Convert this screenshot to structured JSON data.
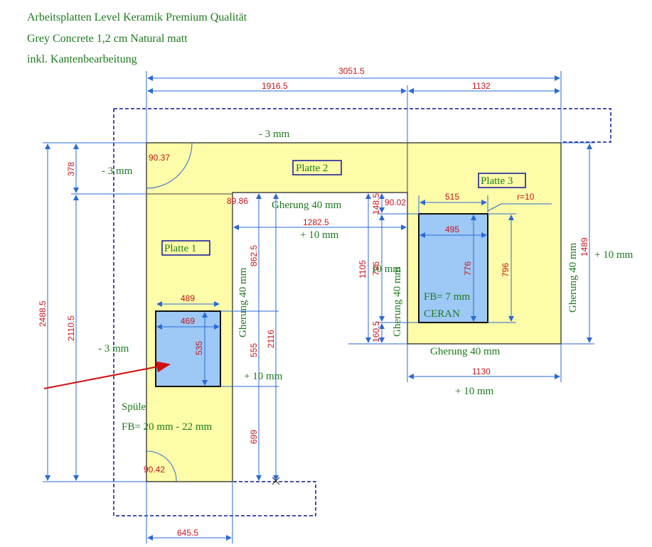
{
  "header": {
    "line1": "Arbeitsplatten Level Keramik Premium Qualität",
    "line2": "Grey Concrete 1,2 cm Natural matt",
    "line3": "inkl. Kantenbearbeitung"
  },
  "plates": {
    "p1": "Platte 1",
    "p2": "Platte 2",
    "p3": "Platte 3"
  },
  "dims": {
    "total_width": "3051.5",
    "w_1916": "1916.5",
    "w_1132": "1132",
    "h_2488": "2488.5",
    "h_2110": "2110.5",
    "h_378": "378",
    "h_862": "862.5",
    "h_2116": "2116",
    "h_555": "555",
    "h_699": "699",
    "w_1282": "1282.5",
    "w_645": "645.5",
    "w_489": "489",
    "w_469": "469",
    "h_535": "535",
    "w_515": "515",
    "w_495": "495",
    "h_776": "776",
    "h_796a": "796",
    "h_796b": "796",
    "h_1105": "1105",
    "h_148": "148.5",
    "h_160": "160.5",
    "h_1489": "1489",
    "w_1130": "1130",
    "r10": "r=10",
    "a_90_37": "90.37",
    "a_89_86": "89.86",
    "a_90_02": "90.02",
    "a_90_42": "90.42"
  },
  "notes": {
    "minus3_top": "- 3 mm",
    "minus3_left_top": "- 3 mm",
    "minus3_left_mid": "- 3 mm",
    "gehrung_top": "Gherung 40 mm",
    "plus10_mid": "+ 10 mm",
    "gehrung_vert1": "Gherung 40 mm",
    "gehrung_vert2": "Gherung 40 mm",
    "gehrung_right": "Gherung 40 mm",
    "gehrung_bottom": "Gherung 40 mm",
    "plus10_right": "+ 10 mm",
    "plus10_bottom": "+ 10 mm",
    "plus10_sink": "+ 10 mm",
    "ten_mm": "10 mm",
    "fb7": "FB= 7 mm",
    "ceran": "CERAN",
    "spuele": "Spüle",
    "fb20": "FB= 20 mm - 22 mm"
  },
  "colors": {
    "countertop": "#fdfca8",
    "cutout": "#9ec8f6",
    "dimension_text": "#c8141e",
    "annotation_text": "#1d7a1d",
    "dimension_line": "#2a6ad8",
    "outline_dashed": "#0a1a8a"
  }
}
